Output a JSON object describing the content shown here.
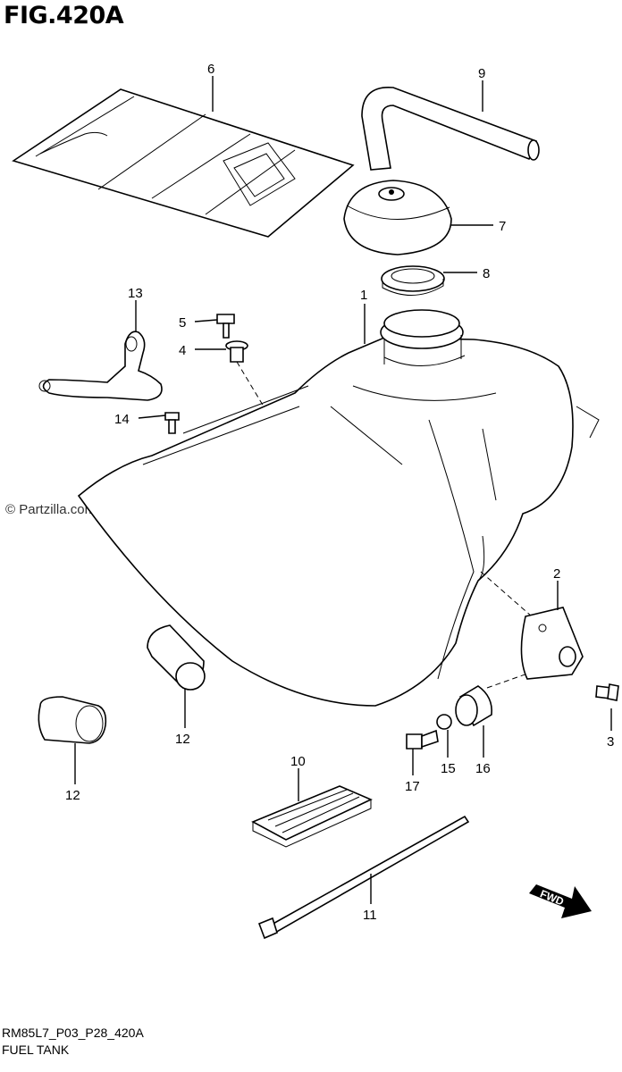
{
  "header": {
    "title": "FIG.420A"
  },
  "watermark": "© Partzilla.com",
  "footer": {
    "code": "RM85L7_P03_P28_420A",
    "subtitle": "FUEL TANK"
  },
  "callouts": {
    "c1": "1",
    "c2": "2",
    "c3": "3",
    "c4": "4",
    "c5": "5",
    "c6": "6",
    "c7": "7",
    "c8": "8",
    "c9": "9",
    "c10": "10",
    "c11": "11",
    "c12a": "12",
    "c12b": "12",
    "c13": "13",
    "c14": "14",
    "c15": "15",
    "c16": "16",
    "c17": "17"
  },
  "fwd_label": "FWD"
}
